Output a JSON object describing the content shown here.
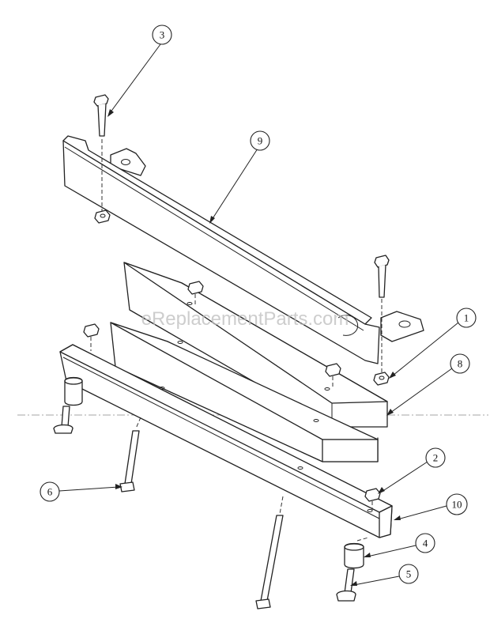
{
  "watermark": "eReplacementParts.com",
  "callouts": [
    {
      "label": "1"
    },
    {
      "label": "2"
    },
    {
      "label": "3"
    },
    {
      "label": "4"
    },
    {
      "label": "5"
    },
    {
      "label": "6"
    },
    {
      "label": "8"
    },
    {
      "label": "9"
    },
    {
      "label": "10"
    }
  ]
}
